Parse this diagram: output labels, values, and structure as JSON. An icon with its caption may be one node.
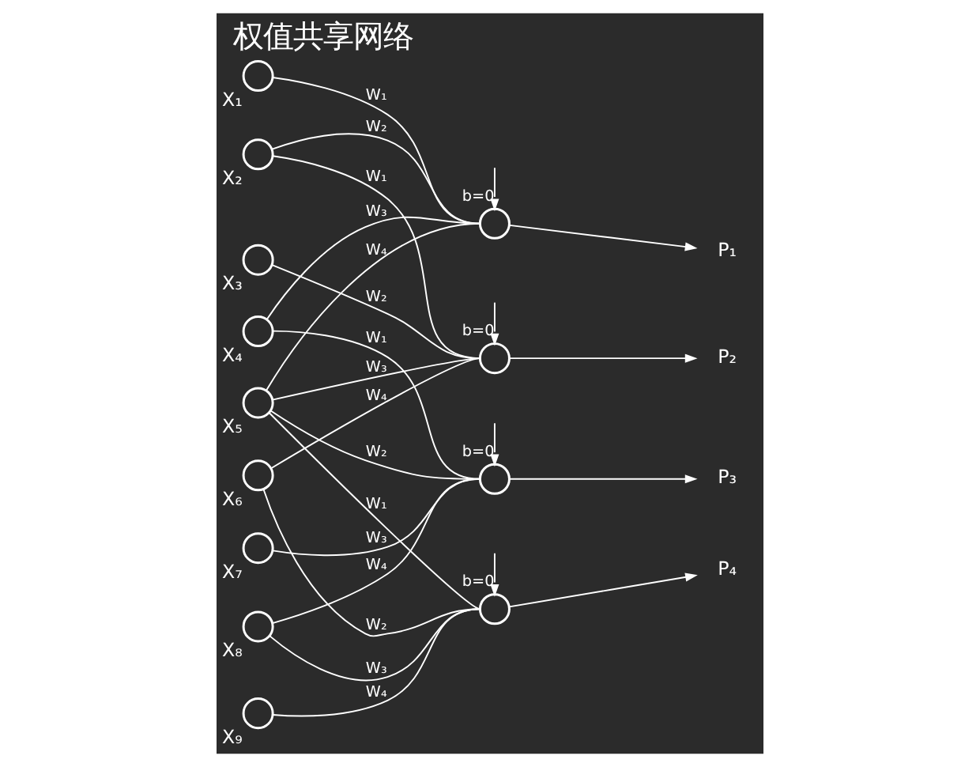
{
  "diagram": {
    "title": "权值共享网络",
    "nodes": [
      {
        "text": [],
        "shape": "circle",
        "beside": [
          "X₁"
        ]
      },
      {
        "text": [],
        "shape": "circle",
        "beside": [
          "X₂"
        ]
      },
      {
        "text": [],
        "shape": "circle",
        "beside": [
          "X₃"
        ]
      },
      {
        "text": [],
        "shape": "circle",
        "beside": [
          "X₄"
        ]
      },
      {
        "text": [],
        "shape": "circle",
        "beside": [
          "X₅"
        ]
      },
      {
        "text": [],
        "shape": "circle",
        "beside": [
          "X₆"
        ]
      },
      {
        "text": [],
        "shape": "circle",
        "beside": [
          "X₇"
        ]
      },
      {
        "text": [],
        "shape": "circle",
        "beside": [
          "X₈"
        ]
      },
      {
        "text": [],
        "shape": "circle",
        "beside": [
          "X₉"
        ]
      },
      {
        "text": [],
        "shape": "circle"
      },
      {
        "text": [],
        "shape": "circle"
      },
      {
        "text": [],
        "shape": "circle"
      },
      {
        "text": [],
        "shape": "circle"
      },
      {
        "text": [
          "P₁"
        ]
      },
      {
        "text": [
          "P₂"
        ]
      },
      {
        "text": [
          "P₃"
        ]
      },
      {
        "text": [
          "P₄"
        ]
      }
    ],
    "edges": [
      {
        "from": 0,
        "to": 9,
        "arrow": "none",
        "label": "W₁"
      },
      {
        "from": 1,
        "to": 9,
        "arrow": "none",
        "label": "W₂"
      },
      {
        "from": 3,
        "to": 9,
        "arrow": "none",
        "label": "W₃"
      },
      {
        "from": 4,
        "to": 9,
        "arrow": "none",
        "label": "W₄"
      },
      {
        "from": 1,
        "to": 10,
        "arrow": "none",
        "label": "W₁"
      },
      {
        "from": 2,
        "to": 10,
        "arrow": "none",
        "label": "W₂"
      },
      {
        "from": 4,
        "to": 10,
        "arrow": "none",
        "label": "W₃"
      },
      {
        "from": 5,
        "to": 10,
        "arrow": "none",
        "label": "W₄"
      },
      {
        "from": 3,
        "to": 11,
        "arrow": "none",
        "label": "W₁"
      },
      {
        "from": 4,
        "to": 11,
        "arrow": "none",
        "label": "W₂"
      },
      {
        "from": 6,
        "to": 11,
        "arrow": "none",
        "label": "W₃"
      },
      {
        "from": 7,
        "to": 11,
        "arrow": "none",
        "label": "W₄"
      },
      {
        "from": 4,
        "to": 12,
        "arrow": "none",
        "label": "W₁"
      },
      {
        "from": 5,
        "to": 12,
        "arrow": "none",
        "label": "W₂"
      },
      {
        "from": 7,
        "to": 12,
        "arrow": "none",
        "label": "W₃"
      },
      {
        "from": 8,
        "to": 12,
        "arrow": "none",
        "label": "W₄"
      },
      {
        "from": null,
        "to": 9,
        "arrow": "to",
        "label": "b=0"
      },
      {
        "from": null,
        "to": 10,
        "arrow": "to",
        "label": "b=0"
      },
      {
        "from": null,
        "to": 11,
        "arrow": "to",
        "label": "b=0"
      },
      {
        "from": null,
        "to": 12,
        "arrow": "to",
        "label": "b=0"
      },
      {
        "from": 9,
        "to": 13,
        "arrow": "to"
      },
      {
        "from": 10,
        "to": 14,
        "arrow": "to"
      },
      {
        "from": 11,
        "to": 15,
        "arrow": "to"
      },
      {
        "from": 12,
        "to": 16,
        "arrow": "to"
      }
    ]
  }
}
